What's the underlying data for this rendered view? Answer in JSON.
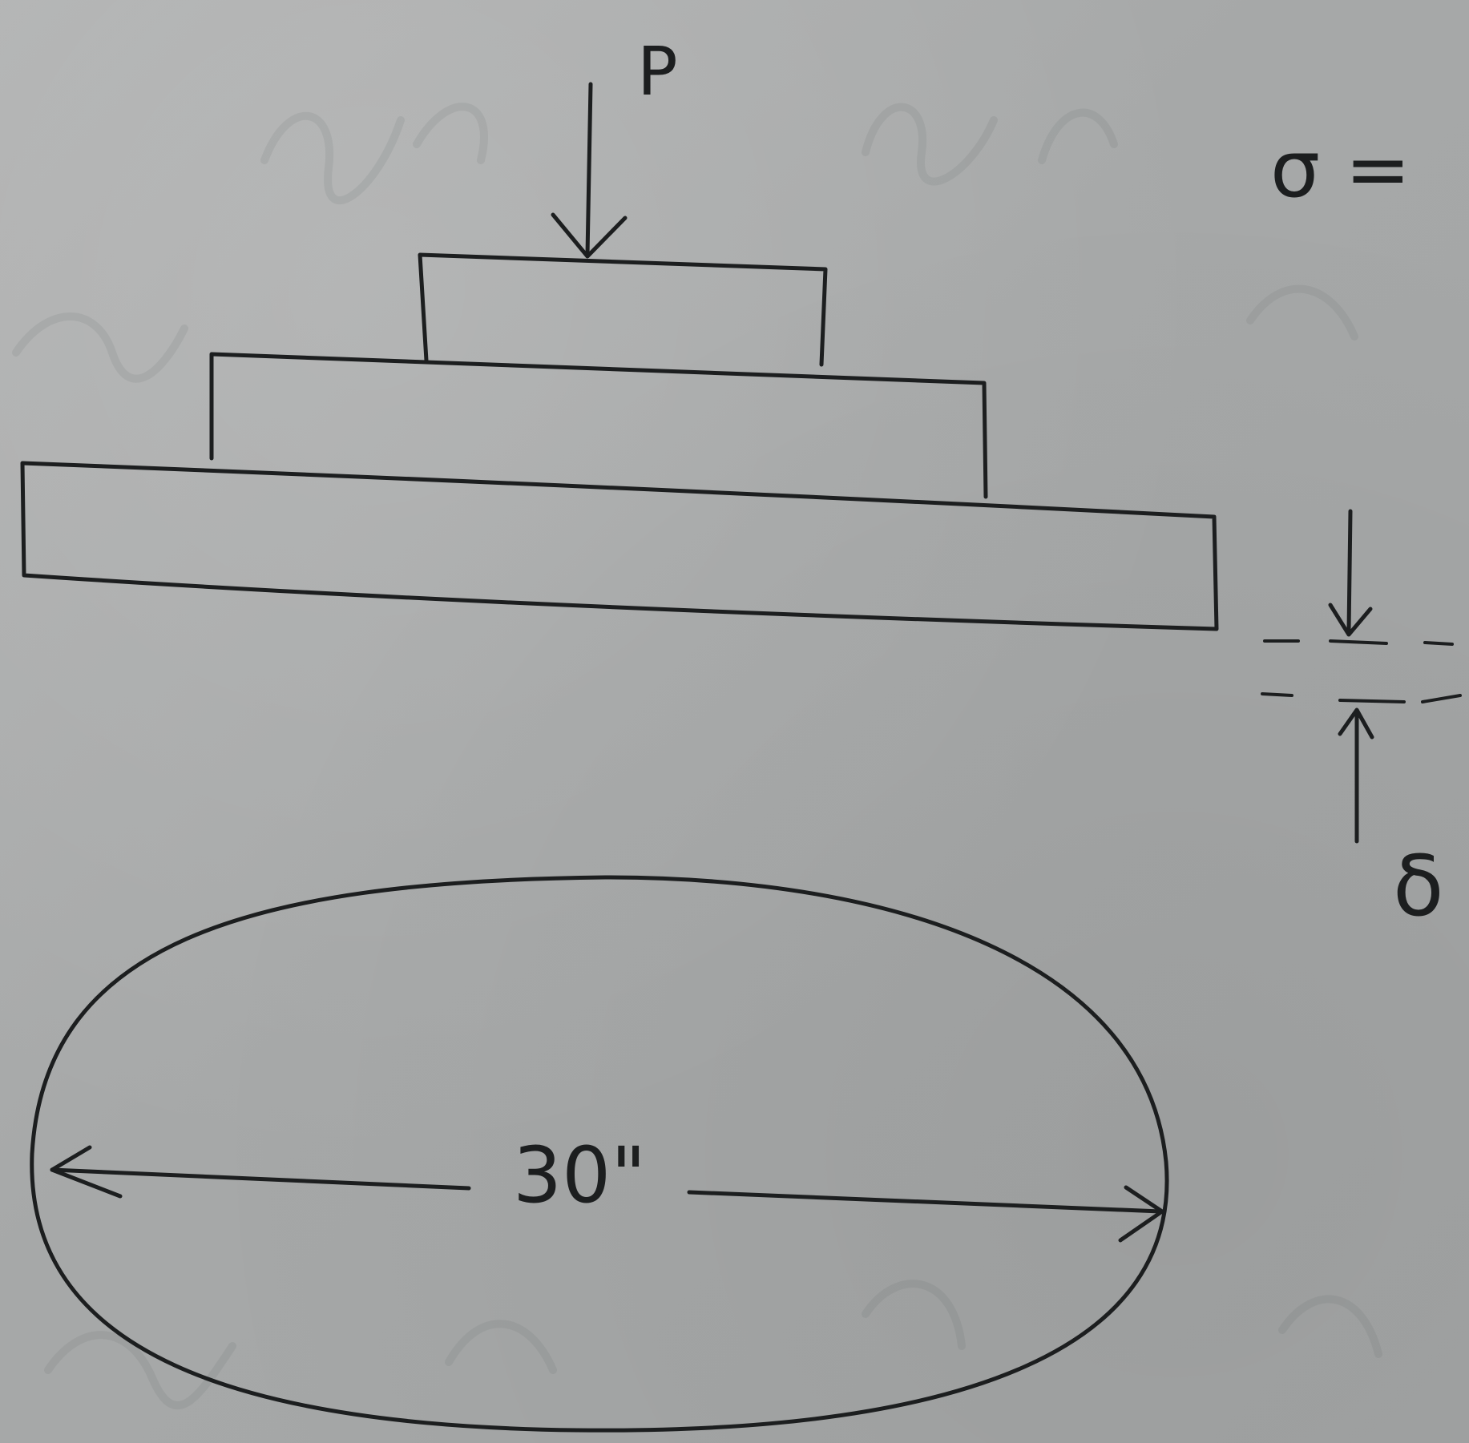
{
  "labels": {
    "load": "P",
    "stress": "σ =",
    "settlement": "δ",
    "diameter": "30\""
  }
}
